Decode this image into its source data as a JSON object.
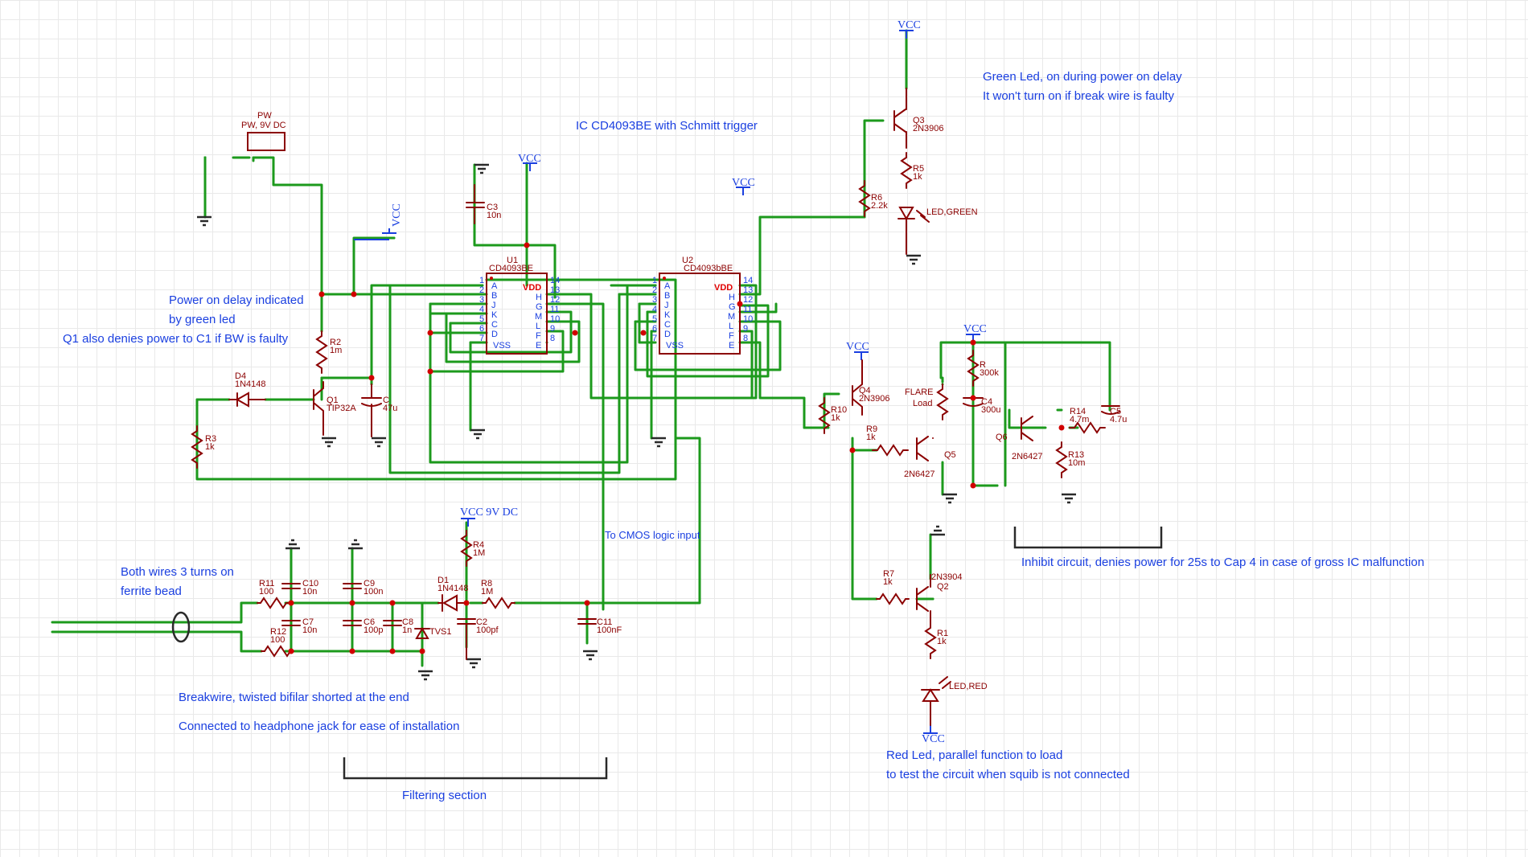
{
  "notes": {
    "green_led": "Green Led, on during power on delay",
    "green_led2": "It won't turn on if break wire is faulty",
    "ic": "IC CD4093BE with Schmitt trigger",
    "power_on1": "Power on delay indicated",
    "power_on2": "by green led",
    "power_on3": "Q1 also denies power to C1 if BW is faulty",
    "cmos": "To CMOS logic input",
    "inhibit": "Inhibit circuit, denies power for 25s to Cap 4 in case of gross IC malfunction",
    "both_wires1": "Both wires 3 turns on",
    "both_wires2": "ferrite bead",
    "breakwire1": "Breakwire, twisted bifilar shorted at the end",
    "breakwire2": "Connected to headphone jack for ease of installation",
    "filtering": "Filtering section",
    "red_led1": "Red Led, parallel function to load",
    "red_led2": "to test the circuit when squib is not connected"
  },
  "nets": {
    "vcc": "VCC",
    "vcc9": "VCC 9V DC"
  },
  "parts": {
    "pw_ref": "PW",
    "pw_val": "PW, 9V DC",
    "u1_ref": "U1",
    "u1_val": "CD4093BE",
    "u2_ref": "U2",
    "u2_val": "CD4093bBE",
    "c3_ref": "C3",
    "c3_val": "10n",
    "q3_ref": "Q3",
    "q3_val": "2N3906",
    "r5_ref": "R5",
    "r5_val": "1k",
    "r6_ref": "R6",
    "r6_val": "2.2k",
    "ledg": "LED,GREEN",
    "r2_ref": "R2",
    "r2_val": "1m",
    "d4_ref": "D4",
    "d4_val": "1N4148",
    "q1_ref": "Q1",
    "q1_val": "TIP32A",
    "c1_ref": "C",
    "c1_val": "47u",
    "r3_ref": "R3",
    "r3_val": "1k",
    "q4_ref": "Q4",
    "q4_val": "2N3906",
    "r10_ref": "R10",
    "r10_val": "1k",
    "r9_ref": "R9",
    "r9_val": "1k",
    "flare": "FLARE",
    "load": "Load",
    "r300_ref": "R",
    "r300_val": "300k",
    "c4_ref": "C4",
    "c4_val": "300u",
    "q5_ref": "Q5",
    "q5_val": "2N6427",
    "q6_ref": "Q6",
    "q6_val": "2N6427",
    "r14_ref": "R14",
    "r14_val": "4.7m",
    "c5_ref": "C5",
    "c5_val": "4.7u",
    "r13_ref": "R13",
    "r13_val": "10m",
    "r4_ref": "R4",
    "r4_val": "1M",
    "d1_ref": "D1",
    "d1_val": "1N4148",
    "r8_ref": "R8",
    "r8_val": "1M",
    "c2_ref": "C2",
    "c2_val": "100pf",
    "c11_ref": "C11",
    "c11_val": "100nF",
    "r11_ref": "R11",
    "r11_val": "100",
    "r12_ref": "R12",
    "r12_val": "100",
    "c10_ref": "C10",
    "c10_val": "10n",
    "c7_ref": "C7",
    "c7_val": "10n",
    "c9_ref": "C9",
    "c9_val": "100n",
    "c6_ref": "C6",
    "c6_val": "100p",
    "c8_ref": "C8",
    "c8_val": "1n",
    "tvs1": "TVS1",
    "r7_ref": "R7",
    "r7_val": "1k",
    "q2_ref": "Q2",
    "q2_val": "2N3904",
    "r1_ref": "R1",
    "r1_val": "1k",
    "ledr": "LED,RED"
  },
  "ic_pins": {
    "left_nums": [
      "1",
      "2",
      "3",
      "4",
      "5",
      "6",
      "7"
    ],
    "left_names": [
      "A",
      "B",
      "J",
      "K",
      "C",
      "D",
      "VSS"
    ],
    "right_nums": [
      "14",
      "13",
      "12",
      "11",
      "10",
      "9",
      "8"
    ],
    "right_names": [
      "VDD",
      "H",
      "G",
      "M",
      "L",
      "F",
      "E"
    ]
  },
  "colors": {
    "wire": "#1c9a1c",
    "component": "#8b0000",
    "label": "#1a3fe0",
    "junction": "#d10000"
  }
}
